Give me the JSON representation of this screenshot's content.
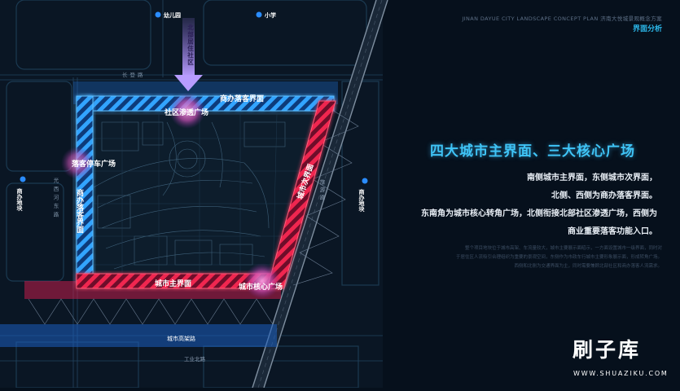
{
  "header": {
    "english_title": "JINAN DAYUE CITY LANDSCAPE CONCEPT PLAN 济南大悦城景观概念方案",
    "section_title": "界面分析"
  },
  "map": {
    "poi_labels": {
      "kindergarten": "幼儿园",
      "primary_school": "小学",
      "office_area": "商办地块"
    },
    "road_labels": {
      "north_road": "长登路",
      "west_road": "光西河东路",
      "east_road": "旅游路",
      "elevated_road": "城市高架路",
      "south_road": "工业北路"
    },
    "arrow_label": "北部居住社区",
    "interface_labels": {
      "north": "商办落客界面",
      "west": "商办落客界面",
      "south": "城市主界面",
      "east": "城市次界面"
    },
    "plaza_labels": {
      "community": "社区渗透广场",
      "drop_off": "落客停车广场",
      "core": "城市核心广场"
    },
    "colors": {
      "blue_interface": "#2f9bff",
      "red_interface": "#e8264e",
      "plaza_glow": "#e36cc4"
    }
  },
  "panel": {
    "headline": "四大城市主界面、三大核心广场",
    "description": [
      "南侧城市主界面，东侧城市次界面，",
      "北侧、西侧为商办落客界面。",
      "东南角为城市核心转角广场，北侧衔接北部社区渗透广场，西侧为",
      "商业重要落客功能入口。"
    ],
    "fine_print": [
      "整个项目地块位于城市高架、车流量较大，城市主要展示面昭示，一方面设置城市一级界面，同时对",
      "于居住区人流吸引合理组织为重要的景观空间，东侧作为市政车行城市主要形象展示面，形成转角广场。",
      "西侧和北侧为交通界面为主，同时需要兼顾北部社区和商办落客人流需求。"
    ]
  },
  "watermark": {
    "brand": "刷子库",
    "url": "WWW.SHUAZIKU.COM"
  }
}
